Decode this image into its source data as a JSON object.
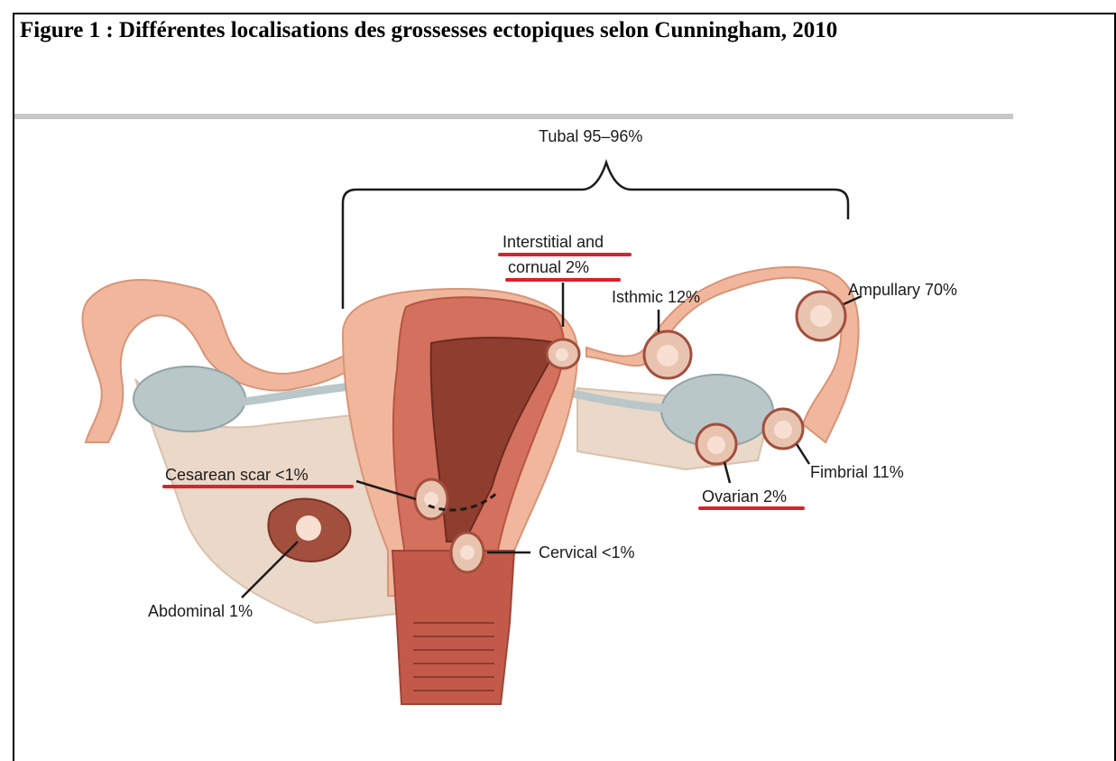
{
  "caption": "Figure 1 : Différentes localisations des grossesses ectopiques selon Cunningham, 2010",
  "labels": {
    "tubal": "Tubal 95–96%",
    "interstitial_line1": "Interstitial and",
    "interstitial_line2": "cornual 2%",
    "isthmic": "Isthmic 12%",
    "ampullary": "Ampullary 70%",
    "cesarean": "Cesarean scar <1%",
    "fimbrial": "Fimbrial 11%",
    "ovarian": "Ovarian 2%",
    "cervical": "Cervical <1%",
    "abdominal": "Abdominal 1%"
  },
  "colors": {
    "highlight_underline": "#d8232a",
    "tissue": "#f1b79c",
    "muscle": "#d4705e",
    "ovary": "#b9c7c9",
    "ligament": "#ead8c8"
  }
}
